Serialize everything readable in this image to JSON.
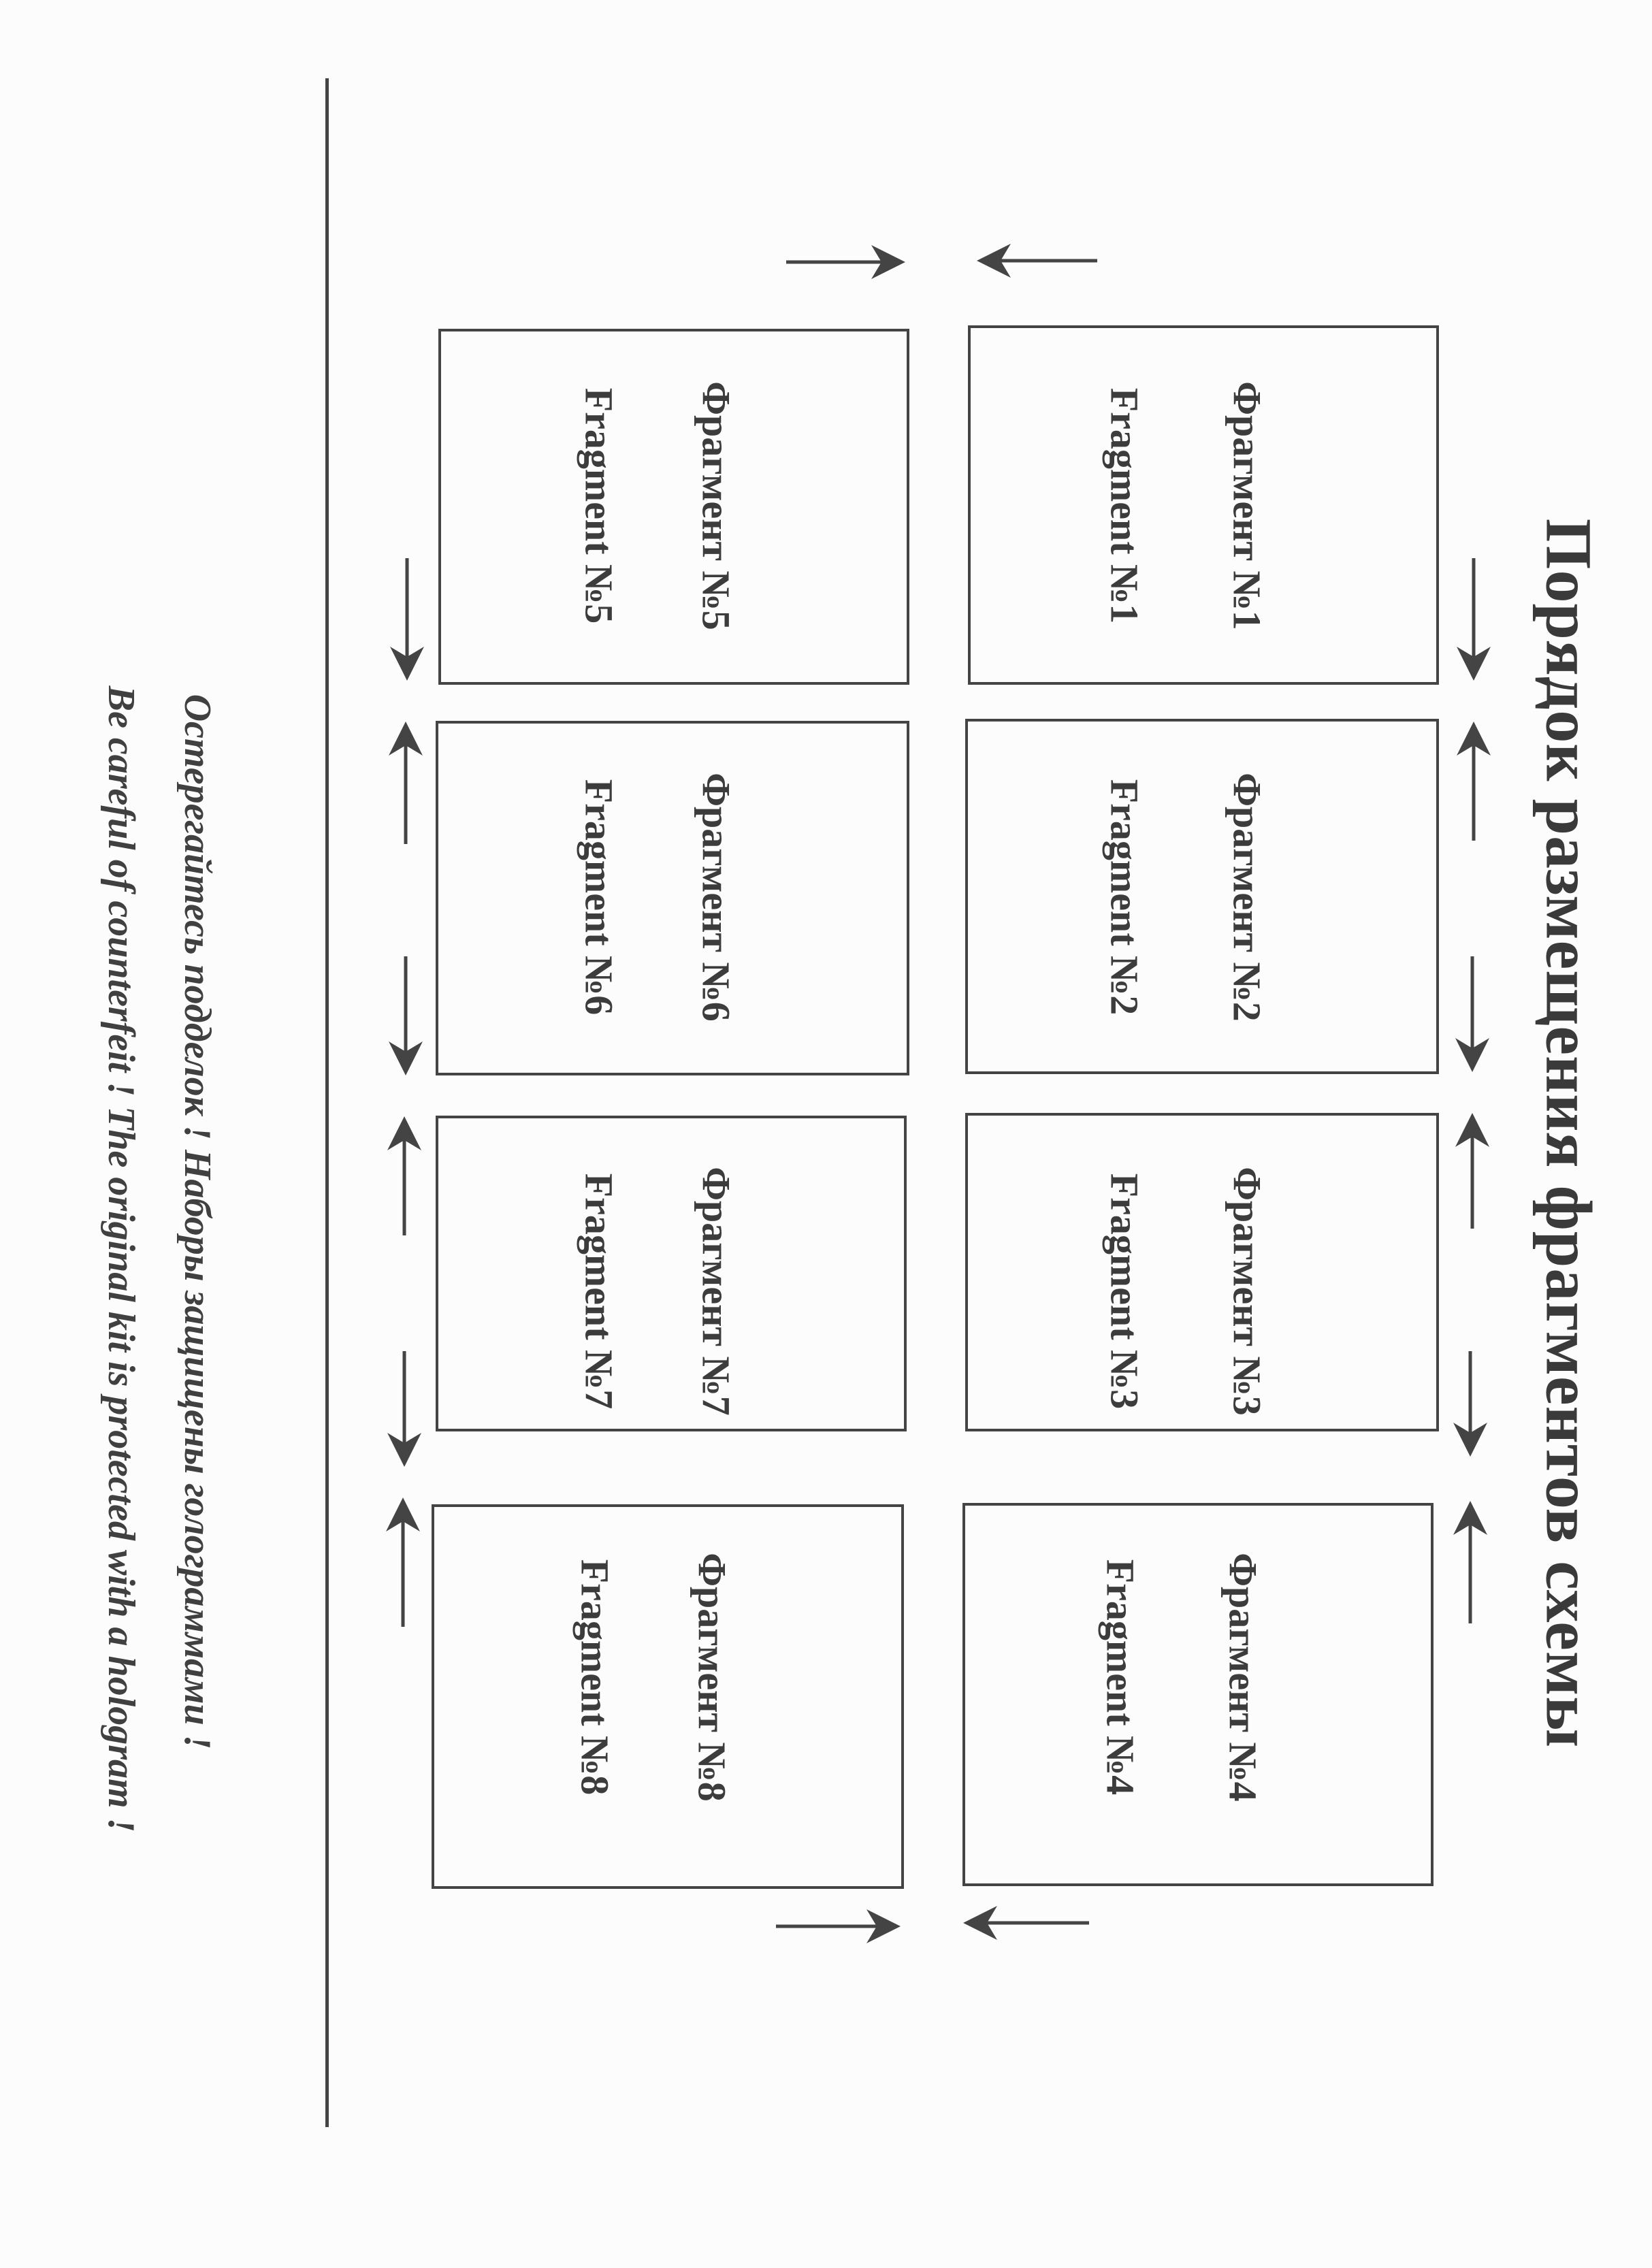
{
  "title": "Порядок размещения фрагментов схемы",
  "fragments": [
    {
      "ru": "Фрагмент №1",
      "en": "Fragment №1"
    },
    {
      "ru": "Фрагмент №2",
      "en": "Fragment №2"
    },
    {
      "ru": "Фрагмент №3",
      "en": "Fragment №3"
    },
    {
      "ru": "Фрагмент №4",
      "en": "Fragment №4"
    },
    {
      "ru": "Фрагмент №5",
      "en": "Fragment №5"
    },
    {
      "ru": "Фрагмент №6",
      "en": "Fragment №6"
    },
    {
      "ru": "Фрагмент №7",
      "en": "Fragment №7"
    },
    {
      "ru": "Фрагмент №8",
      "en": "Fragment №8"
    }
  ],
  "warning_ru": "Остерегайтесь подделок ! Наборы защищены голограммами !",
  "warning_en": "Be careful of counterfeit ! The original kit is protected with a hologram !",
  "colors": {
    "ink": "#444444",
    "paper": "#fcfcfc"
  }
}
